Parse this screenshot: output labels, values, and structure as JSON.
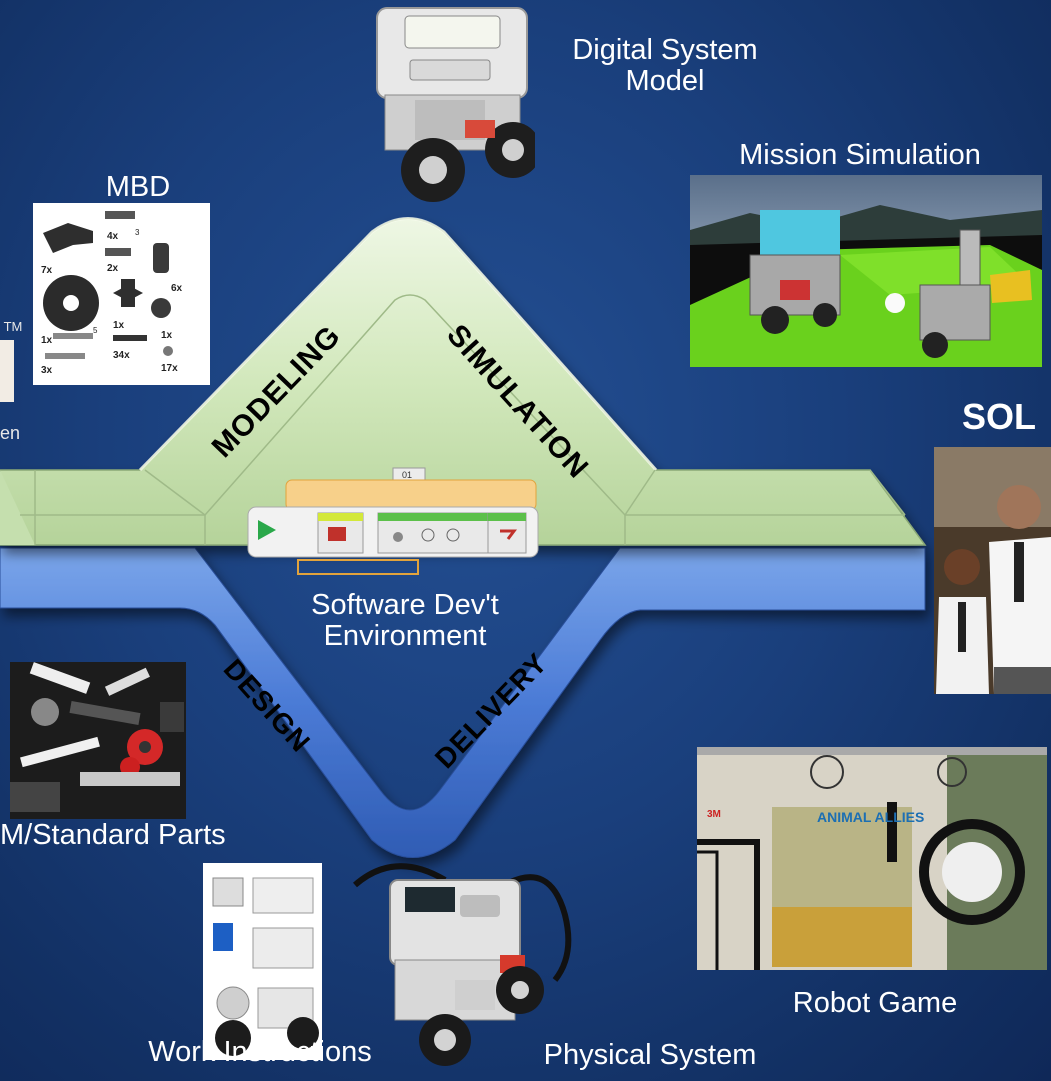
{
  "labels": {
    "digital_system_model": "Digital System\nModel",
    "mission_simulation": "Mission Simulation",
    "mbd": "MBD",
    "sol": "SOL",
    "software_dev_env": "Software Dev't\nEnvironment",
    "cots_parts": "M/Standard Parts",
    "robot_game": "Robot Game",
    "work_instructions": "Work Instructions",
    "physical_system": "Physical System",
    "tm_fragment": "TM",
    "en_fragment": "en"
  },
  "stages": {
    "modeling": "MODELING",
    "simulation": "SIMULATION",
    "design": "DESIGN",
    "delivery": "DELIVERY"
  },
  "mbd_parts": {
    "c1": "7x",
    "c2": "4x",
    "c3": "3",
    "c4": "2x",
    "c5": "6x",
    "c6": "1x",
    "c7": "5",
    "c8": "1x",
    "c9": "1x",
    "c10": "3x",
    "c11": "34x",
    "c12": "17x"
  },
  "software_block_id": "01",
  "game_mat": {
    "title": "ANIMAL ALLIES",
    "sponsor": "3M"
  },
  "colors": {
    "background": "#1a3f7c",
    "upper_tube": "#d3e9bd",
    "lower_tube": "#4a7bd4",
    "text": "#ffffff"
  }
}
